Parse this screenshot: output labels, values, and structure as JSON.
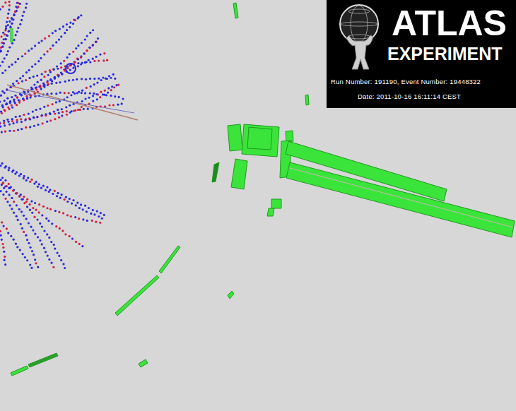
{
  "diagram": {
    "nodes": [
      {
        "text": [
          "ATLAS",
          "EXPERIMENT",
          "Run Number: 191190, Event Number: 19448322",
          "Date: 2011-10-16 16:11:14 CEST"
        ]
      }
    ]
  }
}
